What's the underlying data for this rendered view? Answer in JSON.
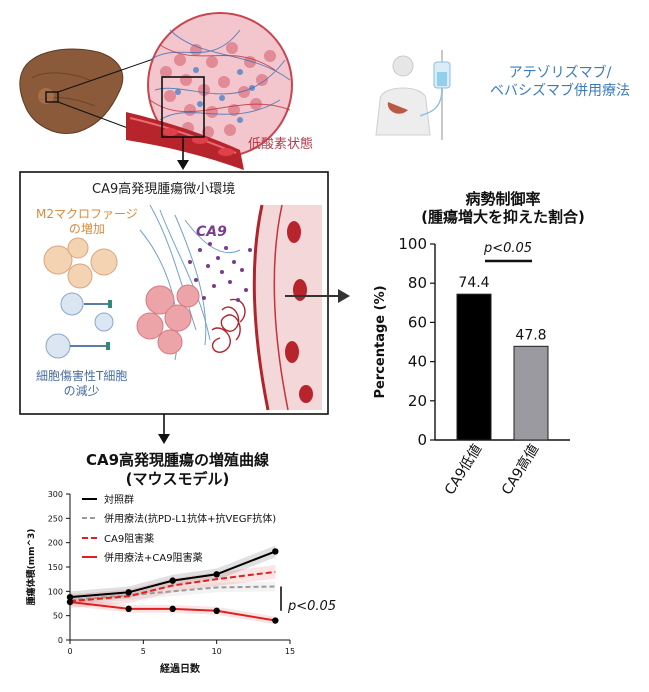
{
  "labels": {
    "hypoxia": "低酸素状態",
    "therapy": "アテゾリズマブ/\nベバシズマブ併用療法",
    "microenv_title": "CA9高発現腫瘍微小環境",
    "ca9": "CA9",
    "m2": "M2マクロファージ\nの増加",
    "tcell": "細胞傷害性T細胞\nの減少"
  },
  "colors": {
    "dark_red": "#b5394a",
    "blue_text": "#3a7bbf",
    "orange_text": "#d98a3a",
    "black_bar": "#000000",
    "grey_bar": "#9a9aa0",
    "control": "#000000",
    "combo": "#9b9b9b",
    "ca9_inhibitor": "#e02020",
    "combo_ca9": "#e02020"
  },
  "chart_data": [
    {
      "type": "bar",
      "title": "病勢制御率\n(腫瘍増大を抑えた割合)",
      "ylabel": "Percentage (%)",
      "ylim": [
        0,
        100
      ],
      "yticks": [
        0,
        20,
        40,
        60,
        80,
        100
      ],
      "categories": [
        "CA9低値",
        "CA9高値"
      ],
      "values": [
        74.4,
        47.8
      ],
      "value_labels": [
        "74.4",
        "47.8"
      ],
      "colors": [
        "#000000",
        "#9a9aa0"
      ],
      "annotation": "p<0.05"
    },
    {
      "type": "line",
      "title": "CA9高発現腫瘍の増殖曲線\n(マウスモデル)",
      "xlabel": "経過日数",
      "ylabel": "腫瘍体積(mm^3)",
      "xlim": [
        0,
        15
      ],
      "ylim": [
        0,
        300
      ],
      "xticks": [
        0,
        5,
        10,
        15
      ],
      "yticks": [
        0,
        50,
        100,
        150,
        200,
        250,
        300
      ],
      "x": [
        0,
        4,
        7,
        10,
        14
      ],
      "series": [
        {
          "name": "対照群",
          "values": [
            88,
            98,
            122,
            135,
            182
          ],
          "color": "#000000",
          "dash": "",
          "band": 12
        },
        {
          "name": "併用療法(抗PD-L1抗体+抗VEGF抗体)",
          "values": [
            82,
            92,
            100,
            108,
            110
          ],
          "color": "#9b9b9b",
          "dash": "5,3",
          "band": 10
        },
        {
          "name": "CA9阻害薬",
          "values": [
            80,
            90,
            112,
            125,
            140
          ],
          "color": "#e02020",
          "dash": "6,3",
          "band": 14
        },
        {
          "name": "併用療法+CA9阻害薬",
          "values": [
            78,
            64,
            64,
            60,
            40
          ],
          "color": "#e02020",
          "dash": "",
          "band": 8
        }
      ],
      "annotation": "p<0.05"
    }
  ]
}
